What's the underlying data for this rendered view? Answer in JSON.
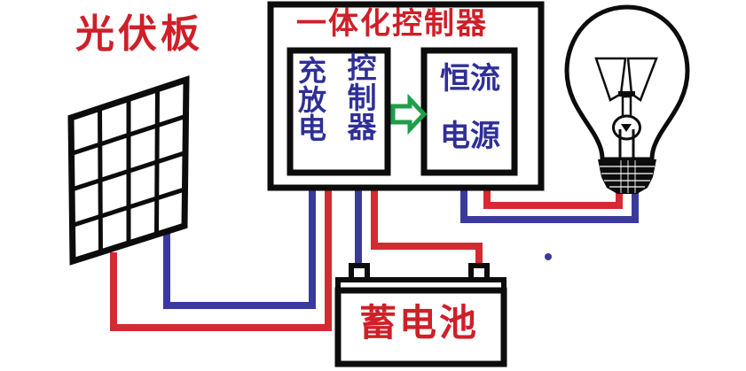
{
  "diagram": {
    "type": "solar-power-system-schematic",
    "title_pv": "光伏板",
    "controller_title": "一体化控制器",
    "controller_left_col1": [
      "充",
      "放",
      "电"
    ],
    "controller_left_col2": [
      "控",
      "制",
      "器"
    ],
    "controller_right_row1": "恒流",
    "controller_right_row2": "电源",
    "battery_label": "蓄电池",
    "arrow_icon": "right-arrow-icon",
    "lamp_icon": "light-bulb-icon",
    "panel_icon": "solar-panel-icon"
  },
  "colors": {
    "red_wire": "#d42a32",
    "blue_wire": "#3a3a9e",
    "green_arrow": "#1f9e4a",
    "black_line": "#0c0c0c",
    "title_red": "#cf1f28",
    "text_blue": "#2f2f96"
  },
  "components": [
    {
      "name": "solar-panel",
      "label": "光伏板",
      "grid": "4x4"
    },
    {
      "name": "integrated-controller",
      "label": "一体化控制器"
    },
    {
      "name": "charge-discharge-controller",
      "label": "充放电控制器"
    },
    {
      "name": "constant-current-power-supply",
      "label": "恒流电源"
    },
    {
      "name": "storage-battery",
      "label": "蓄电池"
    },
    {
      "name": "light-bulb",
      "label": ""
    }
  ],
  "wires": [
    {
      "name": "panel-positive",
      "color": "red",
      "from": "solar-panel",
      "to": "controller"
    },
    {
      "name": "panel-negative",
      "color": "blue",
      "from": "solar-panel",
      "to": "controller"
    },
    {
      "name": "battery-positive",
      "color": "red",
      "from": "controller",
      "to": "storage-battery"
    },
    {
      "name": "battery-negative",
      "color": "blue",
      "from": "controller",
      "to": "storage-battery"
    },
    {
      "name": "lamp-positive",
      "color": "red",
      "from": "controller",
      "to": "light-bulb"
    },
    {
      "name": "lamp-negative",
      "color": "blue",
      "from": "controller",
      "to": "light-bulb"
    }
  ]
}
